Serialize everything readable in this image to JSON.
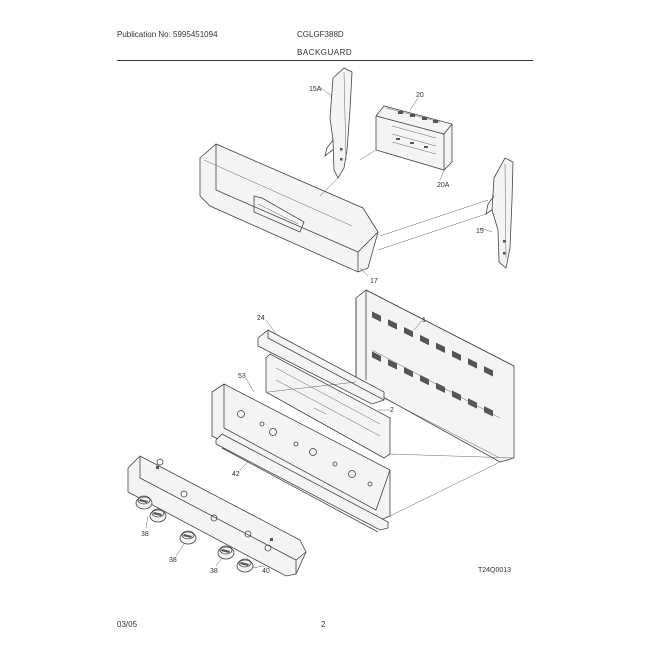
{
  "header": {
    "publication": "Publication No: 5995451094",
    "model": "CGLGF388D",
    "section": "BACKGUARD"
  },
  "parts": {
    "p15a": "15A",
    "p20": "20",
    "p20a": "20A",
    "p15": "15",
    "p17": "17",
    "p1": "1",
    "p24": "24",
    "p2": "2",
    "p53": "53",
    "p42": "42",
    "p38a": "38",
    "p38b": "38",
    "p38c": "38",
    "p40": "40"
  },
  "figure_id": "T24Q0013",
  "footer": {
    "date": "03/05",
    "page": "2"
  }
}
